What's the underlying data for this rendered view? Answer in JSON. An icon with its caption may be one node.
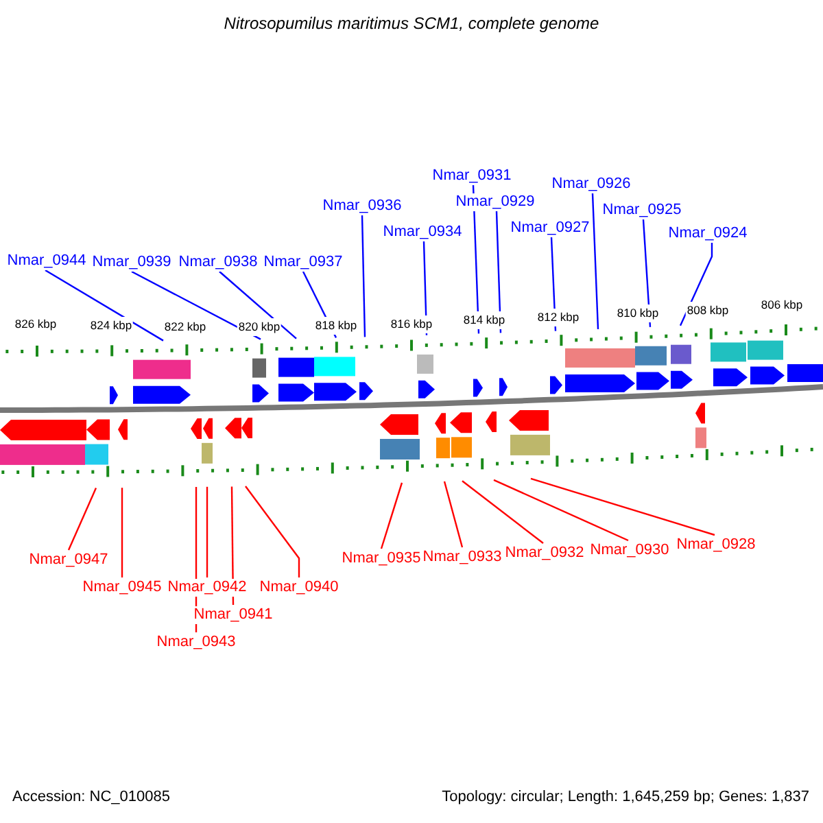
{
  "diagram": {
    "title": "Nitrosopumilus maritimus SCM1, complete genome",
    "nodes": [
      {
        "text": [
          "Nmar_0931"
        ]
      },
      {
        "text": [
          "Nmar_0926"
        ]
      },
      {
        "text": [
          "Nmar_0929"
        ]
      },
      {
        "text": [
          "Nmar_0936"
        ]
      },
      {
        "text": [
          "Nmar_0925"
        ]
      },
      {
        "text": [
          "Nmar_0934"
        ]
      },
      {
        "text": [
          "Nmar_0927"
        ]
      },
      {
        "text": [
          "Nmar_0924"
        ]
      },
      {
        "text": [
          "Nmar_0944"
        ]
      },
      {
        "text": [
          "Nmar_0939"
        ]
      },
      {
        "text": [
          "Nmar_0938"
        ]
      },
      {
        "text": [
          "Nmar_0937"
        ]
      },
      {
        "text": [
          "Nmar_0928"
        ]
      },
      {
        "text": [
          "Nmar_0930"
        ]
      },
      {
        "text": [
          "Nmar_0932"
        ]
      },
      {
        "text": [
          "Nmar_0935"
        ]
      },
      {
        "text": [
          "Nmar_0933"
        ]
      },
      {
        "text": [
          "Nmar_0947"
        ]
      },
      {
        "text": [
          "Nmar_0945"
        ]
      },
      {
        "text": [
          "Nmar_0942"
        ]
      },
      {
        "text": [
          "Nmar_0940"
        ]
      },
      {
        "text": [
          "Nmar_0941"
        ]
      },
      {
        "text": [
          "Nmar_0943"
        ]
      },
      {
        "text": [],
        "shape": "bar"
      },
      {
        "text": [],
        "shape": "bar"
      }
    ],
    "edges": [
      {
        "from": 0,
        "to": 23,
        "arrow": "none"
      },
      {
        "from": 1,
        "to": 23,
        "arrow": "none"
      },
      {
        "from": 2,
        "to": 23,
        "arrow": "none"
      },
      {
        "from": 3,
        "to": 23,
        "arrow": "none"
      },
      {
        "from": 4,
        "to": 23,
        "arrow": "none"
      },
      {
        "from": 5,
        "to": 23,
        "arrow": "none"
      },
      {
        "from": 6,
        "to": 23,
        "arrow": "none"
      },
      {
        "from": 7,
        "to": 23,
        "arrow": "none"
      },
      {
        "from": 8,
        "to": 23,
        "arrow": "none"
      },
      {
        "from": 9,
        "to": 23,
        "arrow": "none"
      },
      {
        "from": 10,
        "to": 23,
        "arrow": "none"
      },
      {
        "from": 11,
        "to": 23,
        "arrow": "none"
      },
      {
        "from": 12,
        "to": 24,
        "arrow": "none",
        "color": "#ff0000"
      },
      {
        "from": 13,
        "to": 24,
        "arrow": "none",
        "color": "#ff0000"
      },
      {
        "from": 14,
        "to": 24,
        "arrow": "none",
        "color": "#ff0000"
      },
      {
        "from": 15,
        "to": 24,
        "arrow": "none",
        "color": "#ff0000"
      },
      {
        "from": 16,
        "to": 24,
        "arrow": "none",
        "color": "#ff0000"
      },
      {
        "from": 17,
        "to": 24,
        "arrow": "none",
        "color": "#ff0000"
      },
      {
        "from": 18,
        "to": 24,
        "arrow": "none",
        "color": "#ff0000"
      },
      {
        "from": 19,
        "to": 24,
        "arrow": "none",
        "color": "#ff0000"
      },
      {
        "from": 20,
        "to": 24,
        "arrow": "none",
        "color": "#ff0000"
      },
      {
        "from": 21,
        "to": 24,
        "arrow": "none",
        "color": "#ff0000"
      },
      {
        "from": 22,
        "to": 24,
        "arrow": "none",
        "color": "#ff0000"
      }
    ],
    "labels": [
      "826 kbp",
      "824 kbp",
      "822 kbp",
      "820 kbp",
      "818 kbp",
      "816 kbp",
      "814 kbp",
      "812 kbp",
      "810 kbp",
      "808 kbp",
      "806 kbp",
      "Accession: NC_010085",
      "Topology: circular; Length: 1,645,259 bp; Genes: 1,837"
    ]
  }
}
